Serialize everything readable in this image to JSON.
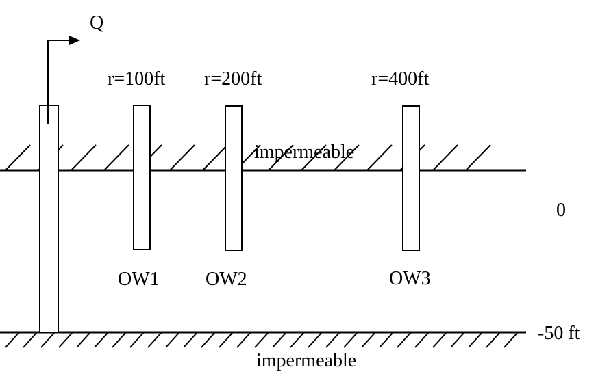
{
  "labels": {
    "flow": "Q",
    "r1": "r=100ft",
    "r2": "r=200ft",
    "r3": "r=400ft",
    "top_layer": "impermeable",
    "bottom_layer": "impermeable",
    "depth_top": "0",
    "depth_bottom": "-50 ft",
    "ow1": "OW1",
    "ow2": "OW2",
    "ow3": "OW3"
  },
  "colors": {
    "line": "#000000",
    "background": "#ffffff"
  }
}
